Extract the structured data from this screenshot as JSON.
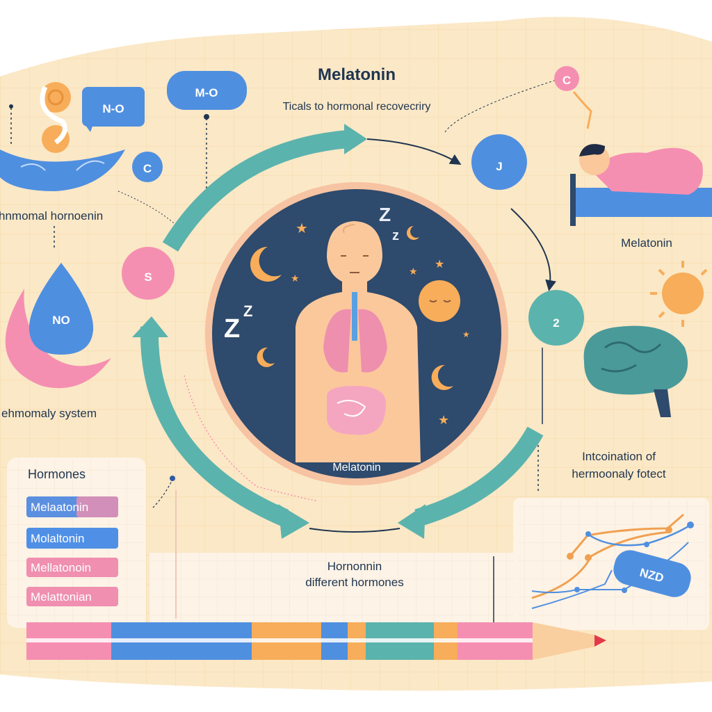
{
  "header": {
    "title": "Melatonin",
    "subtitle": "Ticals to hormonal recovecriry"
  },
  "badges": {
    "n_o": "N-O",
    "m_o": "M-O",
    "c_small": "C",
    "c_top": "C",
    "j": "J",
    "s": "S",
    "two": "2",
    "no_drop": "NO",
    "nzd": "NZD"
  },
  "labels": {
    "left_top": "hnmomal hornoenin",
    "left_bottom": "ehmomaly system",
    "right_sleep": "Melatonin",
    "right_info_line1": "Intcoination of",
    "right_info_line2": "hermoonaly fotect",
    "circle_caption": "Melatonin",
    "center_bottom_line1": "Hornonnin",
    "center_bottom_line2": "different hormones",
    "zz": "Z",
    "zz_small": "z"
  },
  "hormones_panel": {
    "title": "Hormones",
    "items": [
      {
        "label": "Melaatonin",
        "color": "#5b8fe0"
      },
      {
        "label": "Molaltonin",
        "color": "#4f90e6"
      },
      {
        "label": "Mellatonoin",
        "color": "#f08fb0"
      },
      {
        "label": "Melattonian",
        "color": "#f08fb0"
      }
    ]
  },
  "colors": {
    "background": "#fbe8c6",
    "circle": "#2e4a6c",
    "teal": "#5bb3ad",
    "blue": "#4f8fe0",
    "pink": "#f58fb1",
    "orange": "#f7ad5a"
  }
}
